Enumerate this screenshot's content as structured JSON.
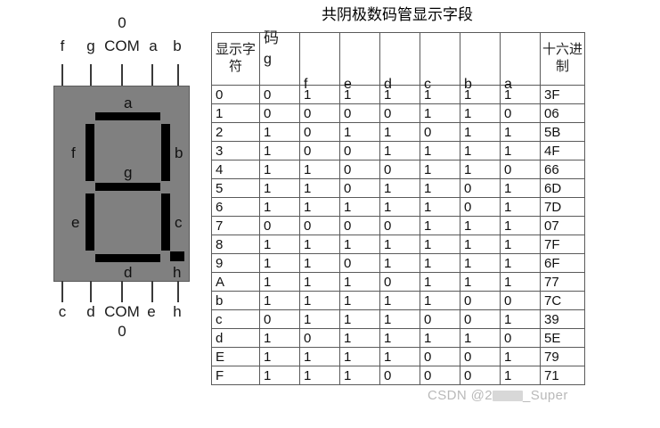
{
  "table": {
    "title": "共阴极数码管显示字段",
    "headers": {
      "display_char": "显示字符",
      "code_label": "码",
      "bits": [
        "g",
        "f",
        "e",
        "d",
        "c",
        "b",
        "a"
      ],
      "hex": "十六进制"
    },
    "rows": [
      {
        "char": "0",
        "bits": [
          "0",
          "1",
          "1",
          "1",
          "1",
          "1",
          "1"
        ],
        "hex": "3F"
      },
      {
        "char": "1",
        "bits": [
          "0",
          "0",
          "0",
          "0",
          "1",
          "1",
          "0"
        ],
        "hex": "06"
      },
      {
        "char": "2",
        "bits": [
          "1",
          "0",
          "1",
          "1",
          "0",
          "1",
          "1"
        ],
        "hex": "5B"
      },
      {
        "char": "3",
        "bits": [
          "1",
          "0",
          "0",
          "1",
          "1",
          "1",
          "1"
        ],
        "hex": "4F"
      },
      {
        "char": "4",
        "bits": [
          "1",
          "1",
          "0",
          "0",
          "1",
          "1",
          "0"
        ],
        "hex": "66"
      },
      {
        "char": "5",
        "bits": [
          "1",
          "1",
          "0",
          "1",
          "1",
          "0",
          "1"
        ],
        "hex": "6D"
      },
      {
        "char": "6",
        "bits": [
          "1",
          "1",
          "1",
          "1",
          "1",
          "0",
          "1"
        ],
        "hex": "7D"
      },
      {
        "char": "7",
        "bits": [
          "0",
          "0",
          "0",
          "0",
          "1",
          "1",
          "1"
        ],
        "hex": "07"
      },
      {
        "char": "8",
        "bits": [
          "1",
          "1",
          "1",
          "1",
          "1",
          "1",
          "1"
        ],
        "hex": "7F"
      },
      {
        "char": "9",
        "bits": [
          "1",
          "1",
          "0",
          "1",
          "1",
          "1",
          "1"
        ],
        "hex": "6F"
      },
      {
        "char": "A",
        "bits": [
          "1",
          "1",
          "1",
          "0",
          "1",
          "1",
          "1"
        ],
        "hex": "77"
      },
      {
        "char": "b",
        "bits": [
          "1",
          "1",
          "1",
          "1",
          "1",
          "0",
          "0"
        ],
        "hex": "7C"
      },
      {
        "char": "c",
        "bits": [
          "0",
          "1",
          "1",
          "1",
          "0",
          "0",
          "1"
        ],
        "hex": "39"
      },
      {
        "char": "d",
        "bits": [
          "1",
          "0",
          "1",
          "1",
          "1",
          "1",
          "0"
        ],
        "hex": "5E"
      },
      {
        "char": "E",
        "bits": [
          "1",
          "1",
          "1",
          "1",
          "0",
          "0",
          "1"
        ],
        "hex": "79"
      },
      {
        "char": "F",
        "bits": [
          "1",
          "1",
          "1",
          "0",
          "0",
          "0",
          "1"
        ],
        "hex": "71"
      }
    ]
  },
  "diagram": {
    "top_pins": [
      "f",
      "g",
      "COM",
      "a",
      "b"
    ],
    "bottom_pins": [
      "c",
      "d",
      "COM",
      "e",
      "h"
    ],
    "top_com_number": "0",
    "bottom_com_number": "0",
    "segment_labels": {
      "a": "a",
      "b": "b",
      "c": "c",
      "d": "d",
      "e": "e",
      "f": "f",
      "g": "g",
      "h": "h"
    },
    "body_color": "#808080",
    "segment_color": "#000000"
  },
  "watermark": {
    "prefix": "CSDN @2",
    "suffix": "_Super"
  }
}
